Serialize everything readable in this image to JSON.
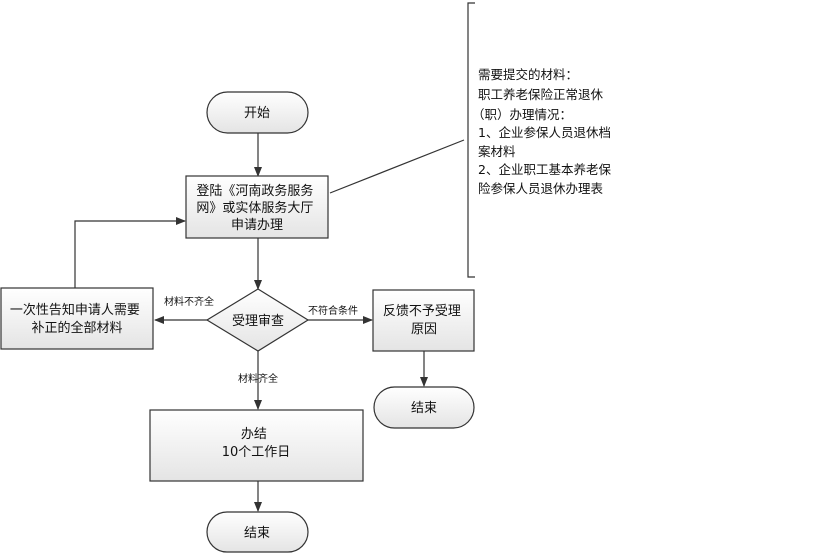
{
  "nodes": {
    "start": {
      "label": "开始"
    },
    "apply": {
      "lines": [
        "登陆《河南政务服务",
        "网》或实体服务大厅",
        "申请办理"
      ]
    },
    "review": {
      "label": "受理审查"
    },
    "notify": {
      "lines": [
        "一次性告知申请人需要",
        "补正的全部材料"
      ]
    },
    "reject": {
      "lines": [
        "反馈不予受理",
        "原因"
      ]
    },
    "end_reject": {
      "label": "结束"
    },
    "complete": {
      "lines": [
        "办结",
        "10个工作日"
      ]
    },
    "end": {
      "label": "结束"
    }
  },
  "edges": {
    "incomplete": "材料不齐全",
    "not_qualified": "不符合条件",
    "complete": "材料齐全"
  },
  "note": {
    "lines": [
      "需要提交的材料：",
      "职工养老保险正常退休",
      "（职）办理情况：",
      "1、企业参保人员退休档",
      "案材料",
      "2、企业职工基本养老保",
      "险参保人员退休办理表"
    ]
  }
}
